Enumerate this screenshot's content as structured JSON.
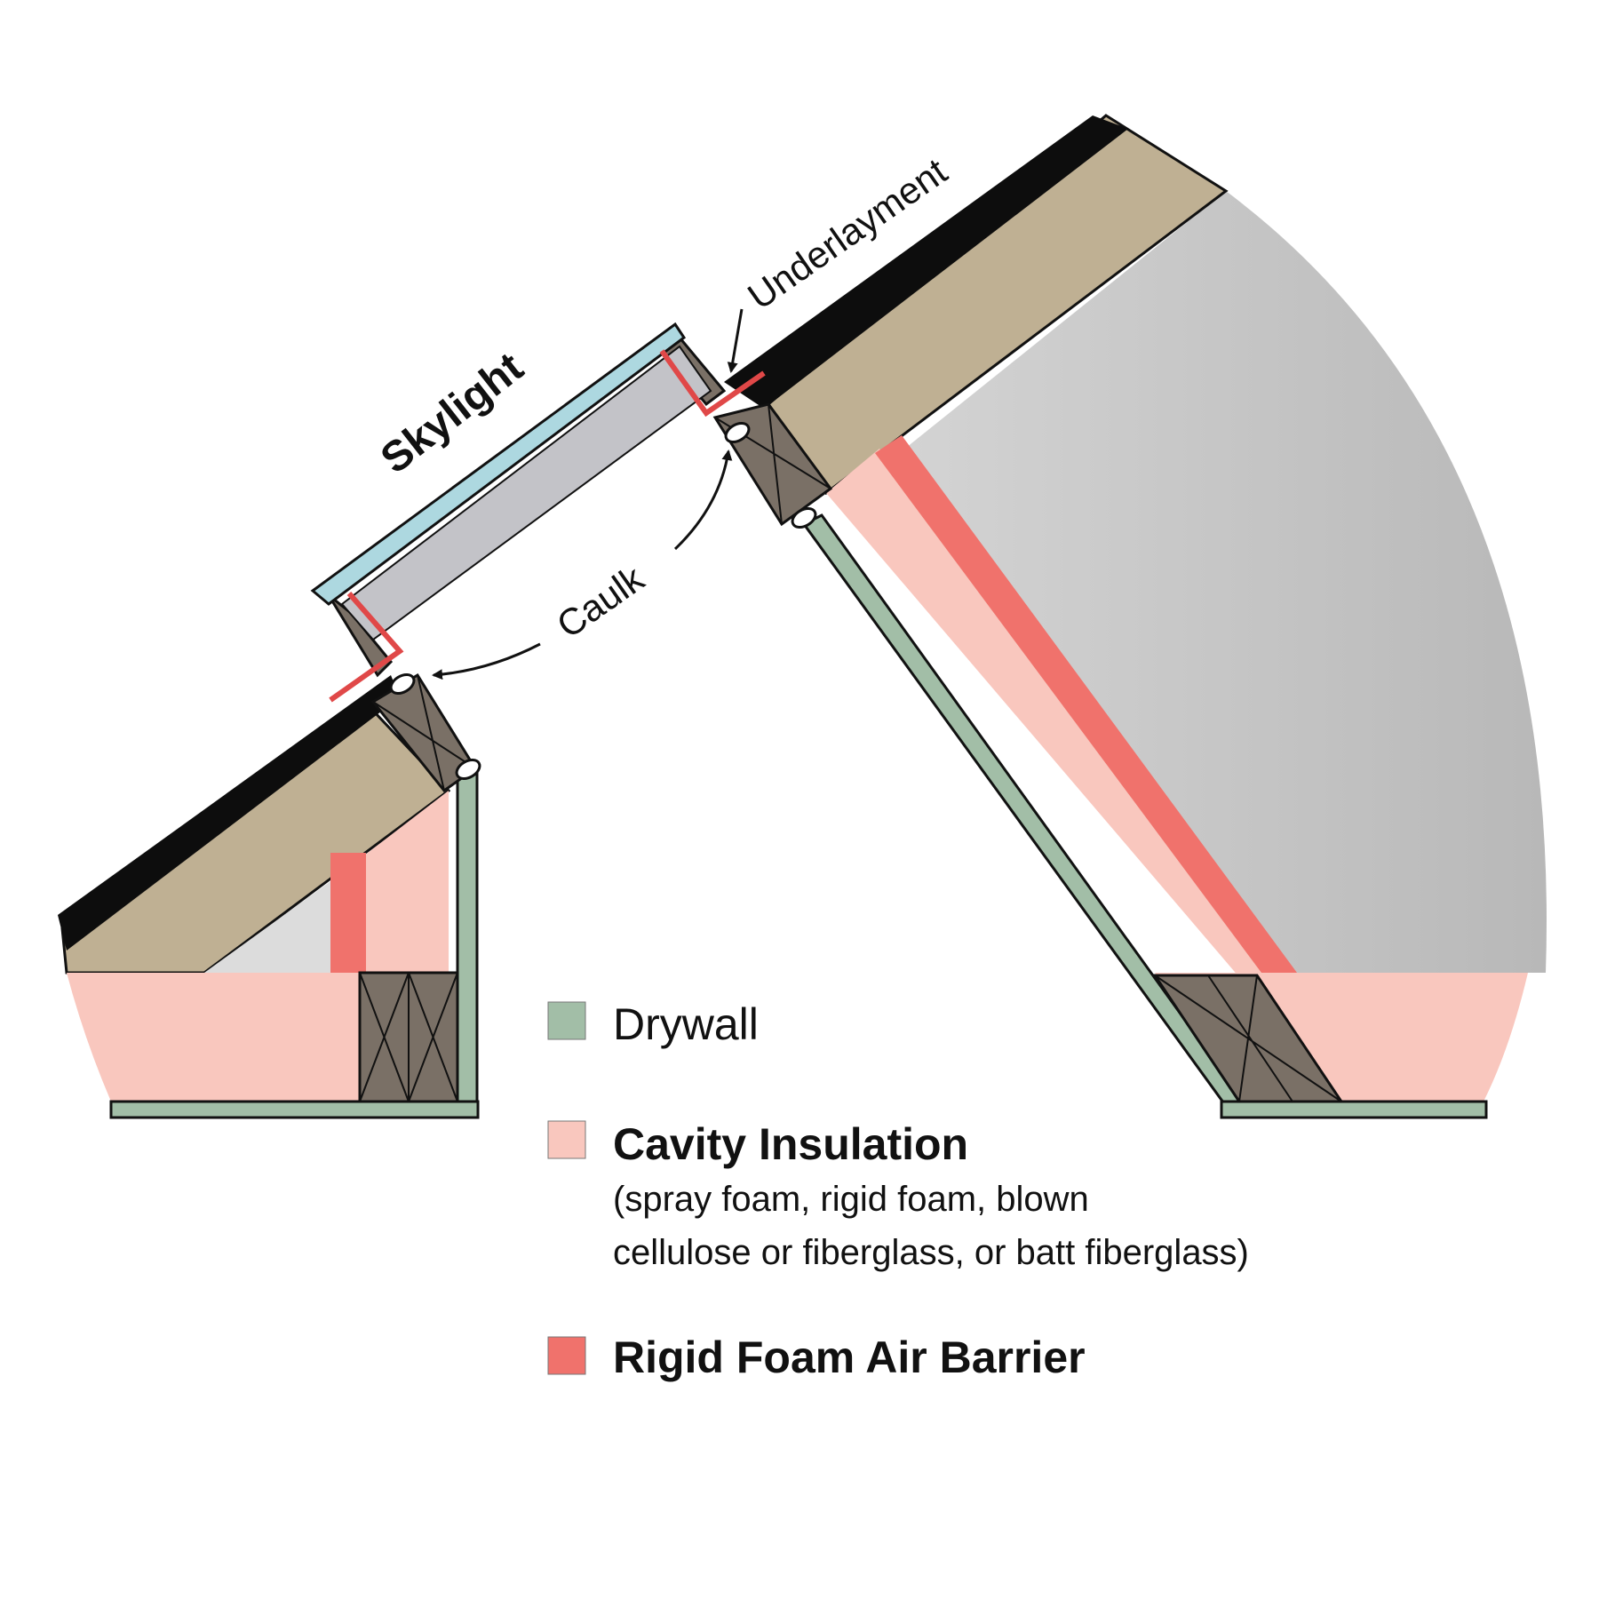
{
  "labels": {
    "skylight": "Skylight",
    "underlayment": "Underlayment",
    "caulk": "Caulk"
  },
  "legend": [
    {
      "key": "drywall",
      "title": "Drywall",
      "subtitle_lines": [],
      "color": "#a2bea7"
    },
    {
      "key": "cavity",
      "title": "Cavity Insulation",
      "subtitle_lines": [
        "(spray foam, rigid foam, blown",
        "cellulose or fiberglass, or batt fiberglass)"
      ],
      "color": "#f9c7be"
    },
    {
      "key": "rigid",
      "title": "Rigid Foam Air Barrier",
      "subtitle_lines": [],
      "color": "#f0726c"
    }
  ],
  "colors": {
    "roofing": "#0d0d0d",
    "sheathing": "#bfb093",
    "attic": "#bdbdbd",
    "glass": "#add8e0",
    "frame": "#7a7066",
    "lumber": "#7a7066",
    "drywall": "#a2bea7",
    "cavity": "#f9c7be",
    "rigid": "#f0726c",
    "red_edge": "#e04848"
  }
}
